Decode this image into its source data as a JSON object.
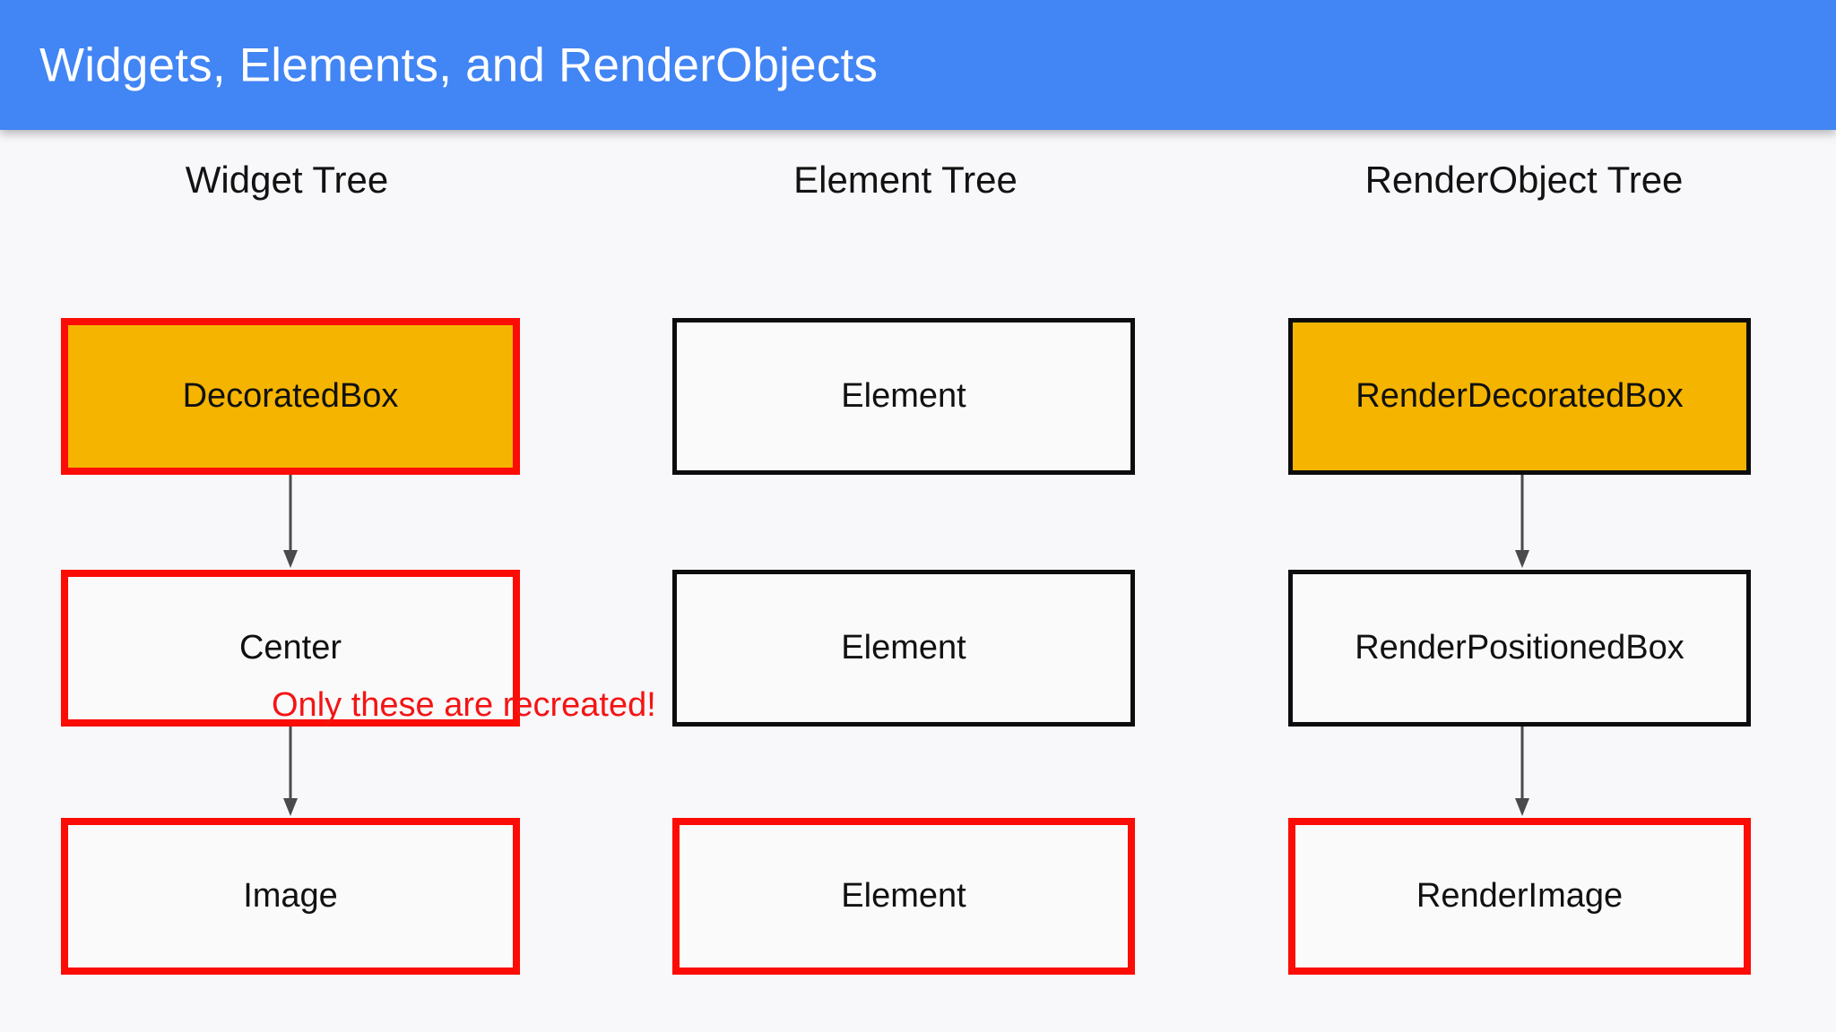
{
  "header": {
    "title": "Widgets, Elements, and RenderObjects",
    "background_color": "#4285f4",
    "text_color": "#ffffff"
  },
  "canvas": {
    "background_color": "#f8f7fa"
  },
  "palette": {
    "highlight_red": "#fb0d06",
    "annotation_red": "#f41414",
    "amber_fill": "#f5b400",
    "node_border_black": "#0d0d0d",
    "node_fill_white": "#fafafa",
    "arrow_gray": "#4a4a4a"
  },
  "annotation": {
    "recreated_note": "Only these are recreated!"
  },
  "columns": [
    {
      "id": "widget-tree",
      "title": "Widget Tree",
      "nodes": [
        {
          "label": "DecoratedBox",
          "fill": "amber",
          "border": "red",
          "highlighted": true
        },
        {
          "label": "Center",
          "fill": "white",
          "border": "red",
          "highlighted": true
        },
        {
          "label": "Image",
          "fill": "white",
          "border": "red",
          "highlighted": true
        }
      ],
      "arrows": [
        "down",
        "down"
      ]
    },
    {
      "id": "element-tree",
      "title": "Element Tree",
      "nodes": [
        {
          "label": "Element",
          "fill": "white",
          "border": "black",
          "highlighted": false
        },
        {
          "label": "Element",
          "fill": "white",
          "border": "black",
          "highlighted": false
        },
        {
          "label": "Element",
          "fill": "white",
          "border": "red",
          "highlighted": true
        }
      ],
      "arrows": [
        "down",
        "down"
      ]
    },
    {
      "id": "renderobject-tree",
      "title": "RenderObject Tree",
      "nodes": [
        {
          "label": "RenderDecoratedBox",
          "fill": "amber",
          "border": "black",
          "highlighted": false
        },
        {
          "label": "RenderPositionedBox",
          "fill": "white",
          "border": "black",
          "highlighted": false
        },
        {
          "label": "RenderImage",
          "fill": "white",
          "border": "red",
          "highlighted": true
        }
      ],
      "arrows": [
        "down",
        "down"
      ]
    }
  ]
}
